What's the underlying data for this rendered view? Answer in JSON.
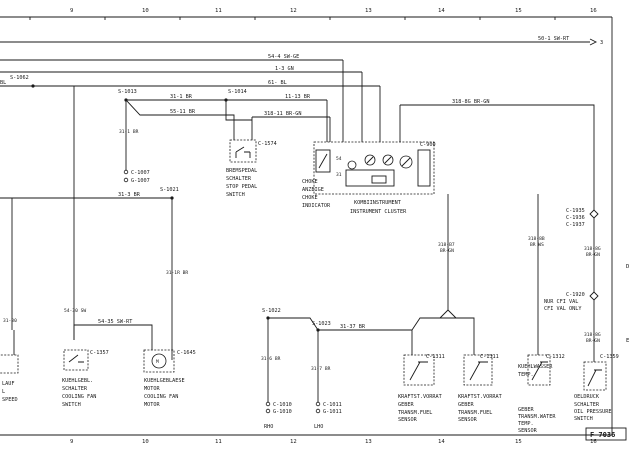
{
  "grid": {
    "top": [
      "9",
      "10",
      "11",
      "12",
      "13",
      "14",
      "15",
      "16"
    ],
    "bottom": [
      "9",
      "10",
      "11",
      "12",
      "13",
      "14",
      "15",
      "16"
    ],
    "right": [
      "D",
      "E"
    ]
  },
  "sheet_id": "F-7036",
  "off_page": {
    "wire": "50-1 SW-RT",
    "ref": "3"
  },
  "wires": {
    "w1": "54-4 SW-GE",
    "w2": "1-3 GN",
    "w3": "61- BL",
    "w4": "11-13 BR",
    "w5": "31-1 BR",
    "w6": "55-11 BR",
    "w7": "318-11 BR-GN",
    "w8": "318-8G BR-GN",
    "w9": "31-1\nBR",
    "w10": "31-3 BR",
    "w11": "31-1R\nBR",
    "w12": "54-30\nSW",
    "w13": "54-35 SW-RT",
    "w14": "31-30",
    "w15": "31-37 BR",
    "w16": "31-6\nBR",
    "w17": "31-7\nBR",
    "w18": "318-B7\nBR-GN",
    "w19": "318-8B\nBR WS",
    "w20": "318-8G\nBR-GN",
    "w21": "318-8G\nBR-GN",
    "w_left": "BL"
  },
  "splices": {
    "s1062": "S-1062",
    "s1013": "S-1013",
    "s1014": "S-1014",
    "s1021": "S-1021",
    "s1022": "S-1022",
    "s1023": "S-1023"
  },
  "connectors": {
    "c1574": "C-1574",
    "c1007": "C-1007",
    "g1007": "G-1007",
    "c900": "C-900",
    "c1357": "C-1357",
    "c1645": "C-1645",
    "c1010": "C-1010",
    "g1010": "G-1010",
    "c1011": "C-1011",
    "g1011": "G-1011",
    "c1311": "C-1311",
    "c1311b": "C-1311",
    "c1312": "C-1312",
    "c1359": "C-1359",
    "c1935": "C-1935",
    "c1936": "C-1936",
    "c1937": "C-1937",
    "c1920": "C-1920"
  },
  "pins": {
    "p54": "54",
    "p31": "31"
  },
  "components": {
    "brake_switch": [
      "BREMSPEDAL",
      "SCHALTER",
      "STOP PEDAL",
      "SWITCH"
    ],
    "choke": [
      "CHOKE",
      "ANZEIGE",
      "CHOKE",
      "INDICATOR"
    ],
    "cluster": [
      "KOMBIINSTRUMENT",
      "INSTRUMENT CLUSTER"
    ],
    "fan_switch": [
      "KUEHLGEBL.",
      "SCHALTER",
      "COOLING FAN",
      "SWITCH"
    ],
    "fan_motor": [
      "KUEHLGEBLAESE",
      "MOTOR",
      "COOLING FAN",
      "MOTOR"
    ],
    "fuel_sensor_a": [
      "KRAFTST.VORRAT",
      "GEBER",
      "TRANSM.FUEL",
      "SENSOR"
    ],
    "fuel_sensor_b": [
      "KRAFTST.VORRAT",
      "GEBER",
      "TRANSM.FUEL",
      "SENSOR"
    ],
    "temp_sensor": [
      "KUEHLWASSER",
      "TEMP.",
      "GEBER",
      "TRANSM.WATER",
      "TEMP.",
      "SENSOR"
    ],
    "oil_switch": [
      "OELDRUCK",
      "SCHALTER",
      "OIL PRESSURE",
      "SWITCH"
    ],
    "note_cfi": [
      "NUR CFI VAL",
      "CFI VAL ONLY"
    ],
    "left_partial": [
      "LAUF",
      "L",
      "SPEED"
    ]
  },
  "ground_labels": {
    "rho": "RHO",
    "lho": "LHO"
  }
}
